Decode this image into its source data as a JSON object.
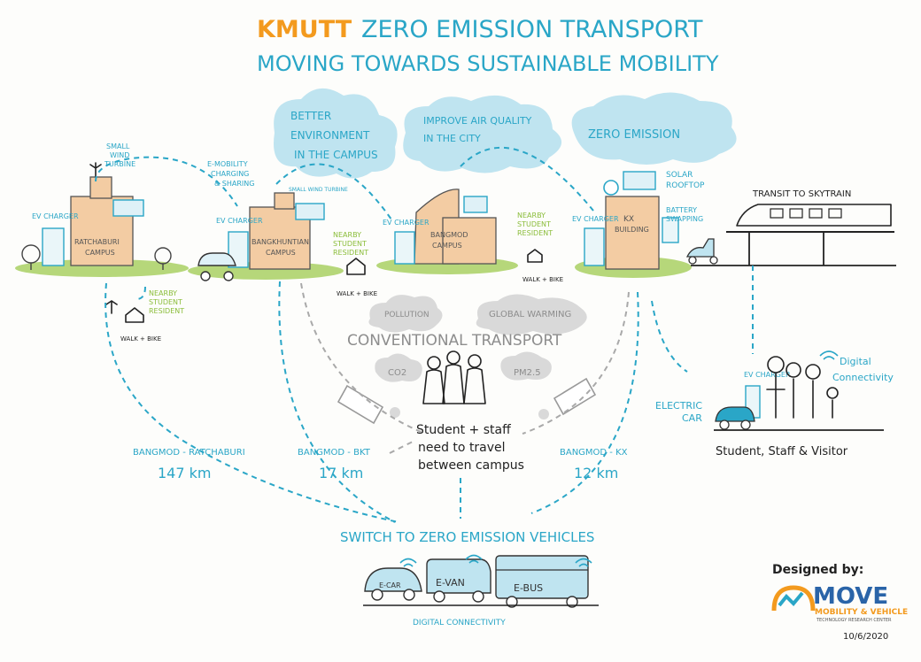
{
  "title": {
    "brand": "KMUTT",
    "rest": "ZERO EMISSION TRANSPORT",
    "subtitle": "MOVING TOWARDS SUSTAINABLE MOBILITY"
  },
  "clouds": {
    "better_env_1": "BETTER",
    "better_env_2": "ENVIRONMENT",
    "better_env_3": "IN THE CAMPUS",
    "air_quality_1": "IMPROVE AIR QUALITY",
    "air_quality_2": "IN THE CITY",
    "zero_emission": "ZERO EMISSION"
  },
  "campuses": {
    "ratchaburi": {
      "line1": "RATCHABURI",
      "line2": "CAMPUS"
    },
    "bangkhuntian": {
      "line1": "BANGKHUNTIAN",
      "line2": "CAMPUS"
    },
    "bangmod": {
      "line1": "BANGMOD",
      "line2": "CAMPUS"
    },
    "kx": {
      "line1": "KX",
      "line2": "BUILDING"
    }
  },
  "labels": {
    "small_wind_1": "SMALL",
    "small_wind_2": "WIND",
    "small_wind_3": "TURBINE",
    "emobility_1": "E-MOBILITY",
    "emobility_2": "CHARGING",
    "emobility_3": "& SHARING",
    "small_wind_turbine": "SMALL WIND TURBINE",
    "ev_charger": "EV CHARGER",
    "nearby_1": "NEARBY",
    "nearby_2": "STUDENT",
    "nearby_3": "RESIDENT",
    "walk_bike": "WALK + BIKE",
    "solar_1": "SOLAR",
    "solar_2": "ROOFTOP",
    "battery_1": "BATTERY",
    "battery_2": "SWAPPING",
    "transit": "TRANSIT TO SKYTRAIN",
    "pollution": "POLLUTION",
    "global_warming": "GLOBAL WARMING",
    "conventional": "CONVENTIONAL TRANSPORT",
    "co2": "CO2",
    "pm25": "PM2.5",
    "need_1": "Student + staff",
    "need_2": "need to travel",
    "need_3": "between campus",
    "electric_1": "ELECTRIC",
    "electric_2": "CAR",
    "digital_1": "Digital",
    "digital_2": "Connectivity",
    "visitors": "Student, Staff & Visitor",
    "route1_name": "BANGMOD - RATCHABURI",
    "route1_km": "147 km",
    "route2_name": "BANGMOD - BKT",
    "route2_km": "17 km",
    "route3_name": "BANGMOD - KX",
    "route3_km": "12 km",
    "switch": "SWITCH TO ZERO EMISSION VEHICLES",
    "ecar": "E-CAR",
    "evan": "E-VAN",
    "ebus": "E-BUS",
    "digital_connectivity": "DIGITAL CONNECTIVITY"
  },
  "credit": {
    "designed_by": "Designed by:",
    "logo_word": "MOVE",
    "logo_sub1": "MOBILITY & VEHICLE",
    "logo_sub2": "TECHNOLOGY RESEARCH CENTER",
    "date": "10/6/2020"
  }
}
